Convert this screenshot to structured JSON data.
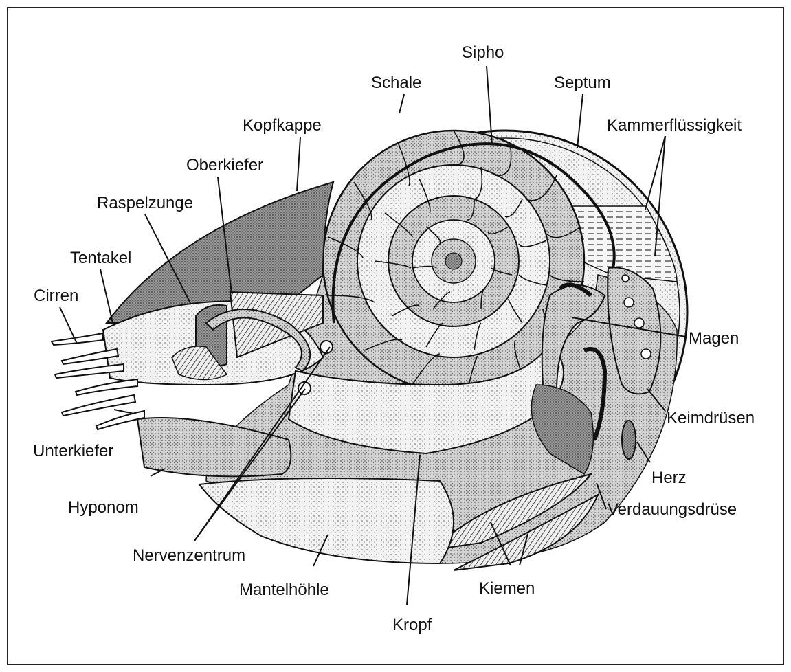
{
  "colors": {
    "ink": "#111111",
    "stipple_dark": "#8a8a8a",
    "stipple_mid": "#c4c4c4",
    "stipple_light": "#e6e6e6",
    "paper": "#ffffff"
  },
  "labels": {
    "schale": "Schale",
    "sipho": "Sipho",
    "septum": "Septum",
    "kopfkappe": "Kopfkappe",
    "kammerfluessigkeit": "Kammerflüssigkeit",
    "oberkiefer": "Oberkiefer",
    "raspelzunge": "Raspelzunge",
    "tentakel": "Tentakel",
    "cirren": "Cirren",
    "magen": "Magen",
    "keimdruesen": "Keimdrüsen",
    "unterkiefer": "Unterkiefer",
    "herz": "Herz",
    "hyponom": "Hyponom",
    "verdauungsdruese": "Verdauungsdrüse",
    "nervenzentrum": "Nervenzentrum",
    "kiemen": "Kiemen",
    "mantelhoehle": "Mantelhöhle",
    "kropf": "Kropf"
  }
}
